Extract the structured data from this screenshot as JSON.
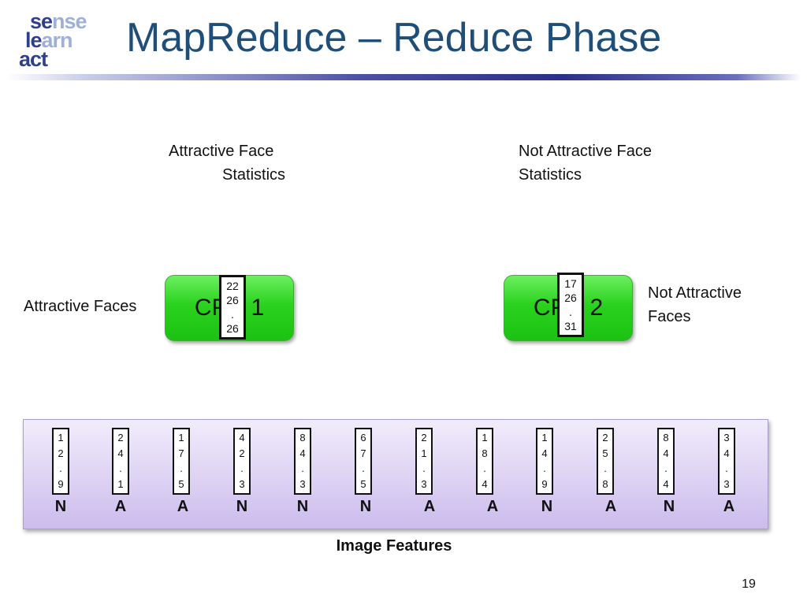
{
  "logo": {
    "line1_a": "se",
    "line1_b": "nse",
    "line2_a": "le",
    "line2_b": "arn",
    "line3_a": "act"
  },
  "title": "MapReduce – Reduce Phase",
  "stats": {
    "attractive_line1": "Attractive Face",
    "attractive_line2": "Statistics",
    "not_attractive_line1": "Not Attractive Face",
    "not_attractive_line2": "Statistics"
  },
  "labels": {
    "attractive_faces": "Attractive Faces",
    "not_attractive_line1": "Not Attractive",
    "not_attractive_line2": "Faces"
  },
  "cpus": [
    {
      "label": "CPU 1",
      "card_lines": [
        "22",
        "26",
        ".",
        "26"
      ]
    },
    {
      "label": "CPU 2",
      "card_lines": [
        "17",
        "26",
        ".",
        "31"
      ]
    }
  ],
  "features": [
    {
      "digits": [
        "1",
        "2",
        ".",
        "9"
      ],
      "label": "N"
    },
    {
      "digits": [
        "2",
        "4",
        ".",
        "1"
      ],
      "label": "A"
    },
    {
      "digits": [
        "1",
        "7",
        ".",
        "5"
      ],
      "label": "A"
    },
    {
      "digits": [
        "4",
        "2",
        ".",
        "3"
      ],
      "label": "N"
    },
    {
      "digits": [
        "8",
        "4",
        ".",
        "3"
      ],
      "label": "N"
    },
    {
      "digits": [
        "6",
        "7",
        ".",
        "5"
      ],
      "label": "N"
    },
    {
      "digits": [
        "2",
        "1",
        ".",
        "3"
      ],
      "label": "A"
    },
    {
      "digits": [
        "1",
        "8",
        ".",
        "4"
      ],
      "label": "A"
    },
    {
      "digits": [
        "1",
        "4",
        ".",
        "9"
      ],
      "label": "N"
    },
    {
      "digits": [
        "2",
        "5",
        ".",
        "8"
      ],
      "label": "A"
    },
    {
      "digits": [
        "8",
        "4",
        ".",
        "4"
      ],
      "label": "N"
    },
    {
      "digits": [
        "3",
        "4",
        ".",
        "3"
      ],
      "label": "A"
    }
  ],
  "caption": "Image Features",
  "page_number": "19",
  "colors": {
    "title": "#1f4e79",
    "cpu_green": "#2ad21e",
    "panel_purple": "#ddd2f3"
  }
}
